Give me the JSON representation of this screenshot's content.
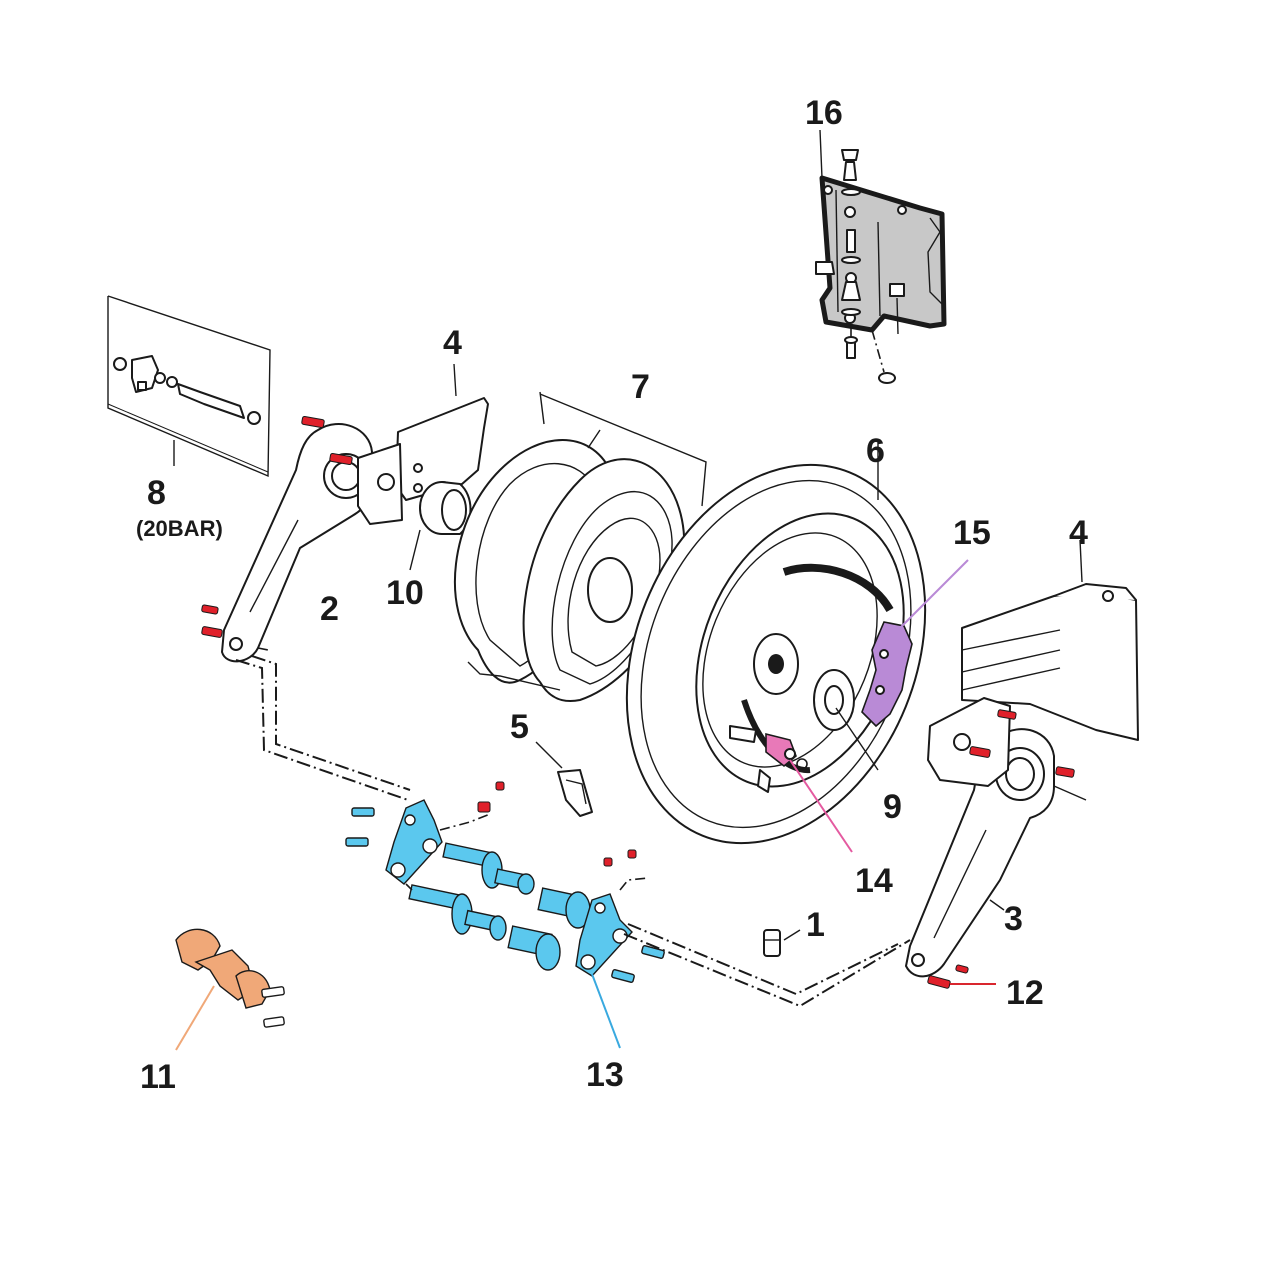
{
  "labels": {
    "l1": "1",
    "l2": "2",
    "l3": "3",
    "l4a": "4",
    "l4b": "4",
    "l5": "5",
    "l6": "6",
    "l7": "7",
    "l8": "8",
    "l8sub": "(20BAR)",
    "l9": "9",
    "l10": "10",
    "l11": "11",
    "l12": "12",
    "l13": "13",
    "l14": "14",
    "l15": "15",
    "l16": "16"
  },
  "colors": {
    "ink": "#1a1a1a",
    "bolt_red": "#e0202a",
    "cyan_parts": "#5bc8ee",
    "orange_parts": "#f0a878",
    "purple_part": "#b98ad6",
    "pink_part": "#e879b8",
    "plate_gray": "#c8c8c8",
    "leader_red": "#d9262e",
    "leader_cyan": "#39a9df",
    "leader_orange": "#f0a878",
    "leader_purple": "#b98ad6",
    "leader_pink": "#e45aa0"
  }
}
